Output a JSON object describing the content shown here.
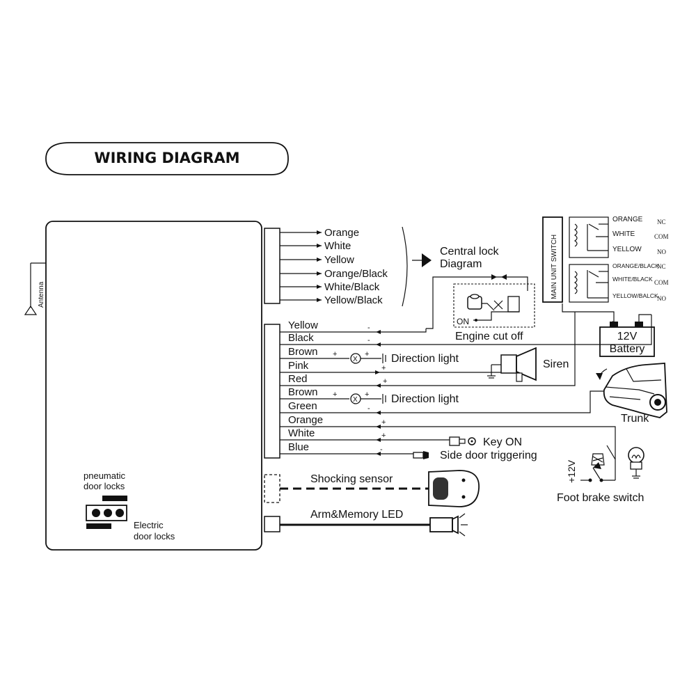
{
  "title": "WIRING DIAGRAM",
  "antenna_label": "Antenna",
  "central_lock_wires": [
    "Orange",
    "White",
    "Yellow",
    "Orange/Black",
    "White/Black",
    "Yellow/Black"
  ],
  "central_lock_label": [
    "Central lock",
    "Diagram"
  ],
  "main_wires": [
    "Yellow",
    "Black",
    "Brown",
    "Pink",
    "Red",
    "Brown",
    "Green",
    "Orange",
    "White",
    "Blue"
  ],
  "pneumatic_label": [
    "pneumatic",
    "door locks"
  ],
  "electric_label": [
    "Electric",
    "door locks"
  ],
  "shock_sensor_label": "Shocking sensor",
  "led_label": "Arm&Memory LED",
  "main_unit_switch_label": "MAIN UNIT SWITCH",
  "relay_top": {
    "wires": [
      "ORANGE",
      "WHITE",
      "YELLOW"
    ],
    "contacts": [
      "NC",
      "COM",
      "NO"
    ]
  },
  "relay_bottom": {
    "wires": [
      "ORANGE/BLACK",
      "WHITE/BLACK",
      "YELLOW/BALCK"
    ],
    "contacts": [
      "NC",
      "COM",
      "NO"
    ]
  },
  "engine_cut_off_label": "Engine cut off",
  "on_label": "ON",
  "battery": {
    "voltage": "12V",
    "label": "Battery",
    "plus": "+",
    "minus": "−"
  },
  "direction_light_label": "Direction light",
  "siren_label": "Siren",
  "trunk_label": "Trunk",
  "key_on_label": "Key ON",
  "side_door_label": "Side door triggering",
  "plus12_label": "+12V",
  "foot_brake_label": "Foot brake switch",
  "symbols": {
    "plus": "+",
    "minus": "-",
    "cross": "X"
  }
}
